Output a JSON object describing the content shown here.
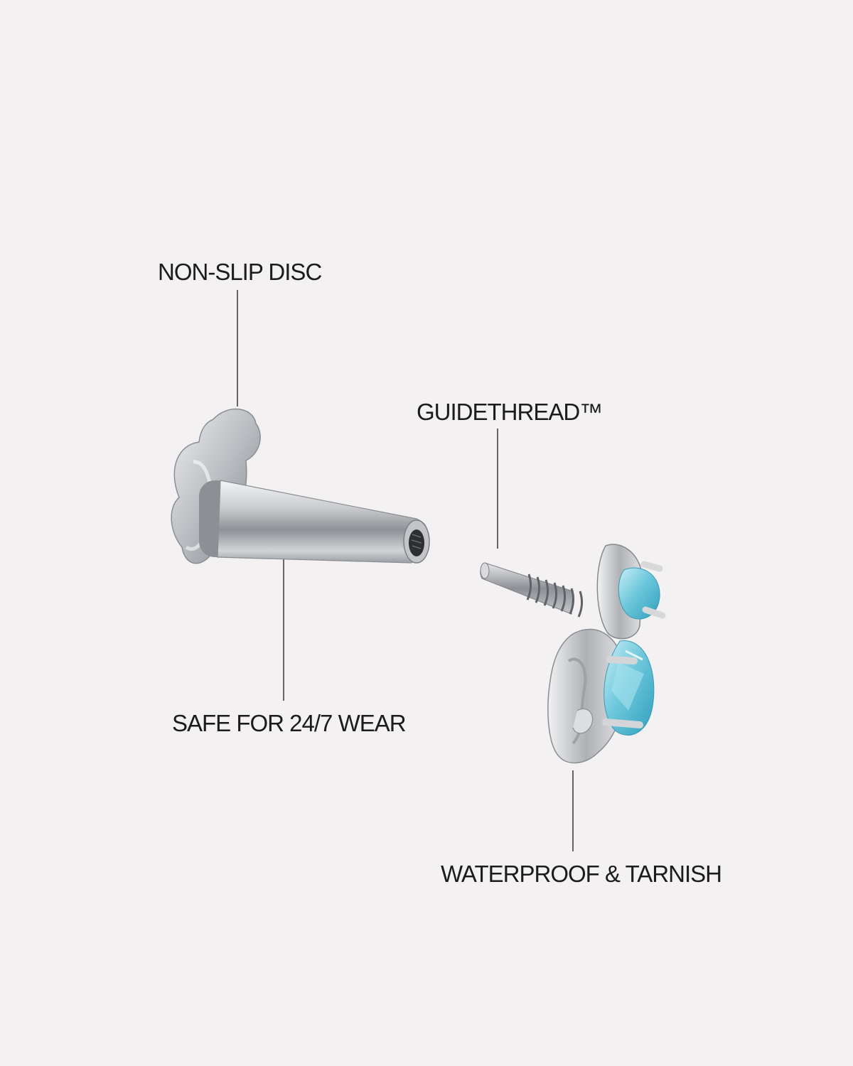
{
  "colors": {
    "background": "#f3f1f2",
    "text": "#1c1c1c",
    "leader_line": "#2a2a2a",
    "metal": "#c9cbce",
    "gem": "#7fd0e0"
  },
  "callouts": {
    "non_slip_disc": "NON-SLIP DISC",
    "guidethread": "GUIDETHREAD™",
    "safe_wear": "SAFE FOR 24/7 WEAR",
    "waterproof": "WATERPROOF & TARNISH"
  },
  "icons": {
    "flat_back_post": "labret-post-icon",
    "threaded_top": "gem-top-icon"
  }
}
